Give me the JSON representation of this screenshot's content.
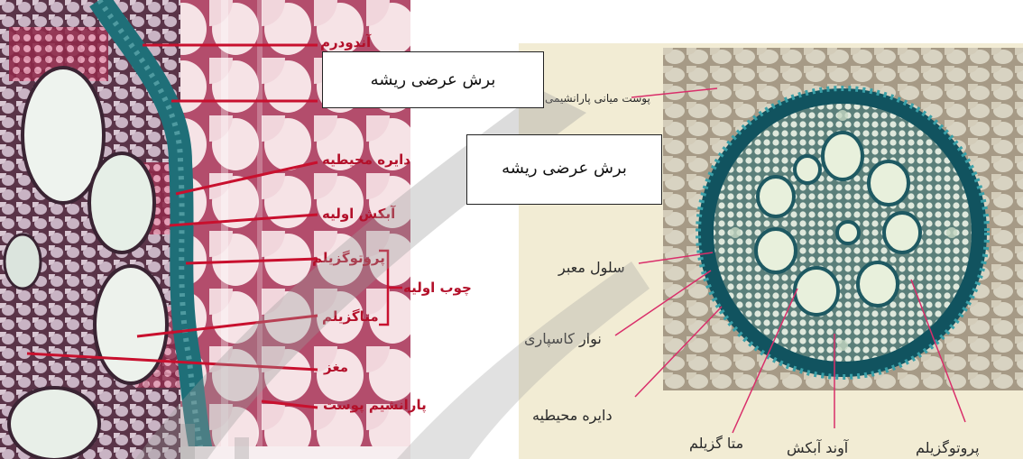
{
  "callouts": {
    "top": "برش عرضی ریشه",
    "middle": "برش عرضی ریشه"
  },
  "left_labels": {
    "endodermis": "آندودرم",
    "pericycle": "دایره محیطیه",
    "primary_phloem": "آبکش اولیه",
    "protoxylem": "پروتوگزیلم",
    "metaxylem": "متاگزیلم",
    "primary_xylem": "چوب اولیه",
    "pith": "مغز",
    "cortex_parenchyma": "پارانشیم پوست"
  },
  "right_labels": {
    "cortex": "پوست میانی پارانشیمی",
    "passage_cell": "سلول معبر",
    "casparian_strip": "نوار کاسپاری",
    "pericycle": "دایره محیطیه",
    "metaxylem": "متا گزیلم",
    "phloem": "آوند آبکش",
    "protoxylem": "پروتوگزیلم"
  },
  "colors": {
    "left_bg": "#eadde3",
    "right_bg": "#f2ecd4",
    "label_red": "#b3102a",
    "leader_red": "#c8102e",
    "endodermis_teal": "#1f6f78",
    "watermark": "#9a9a9a"
  }
}
